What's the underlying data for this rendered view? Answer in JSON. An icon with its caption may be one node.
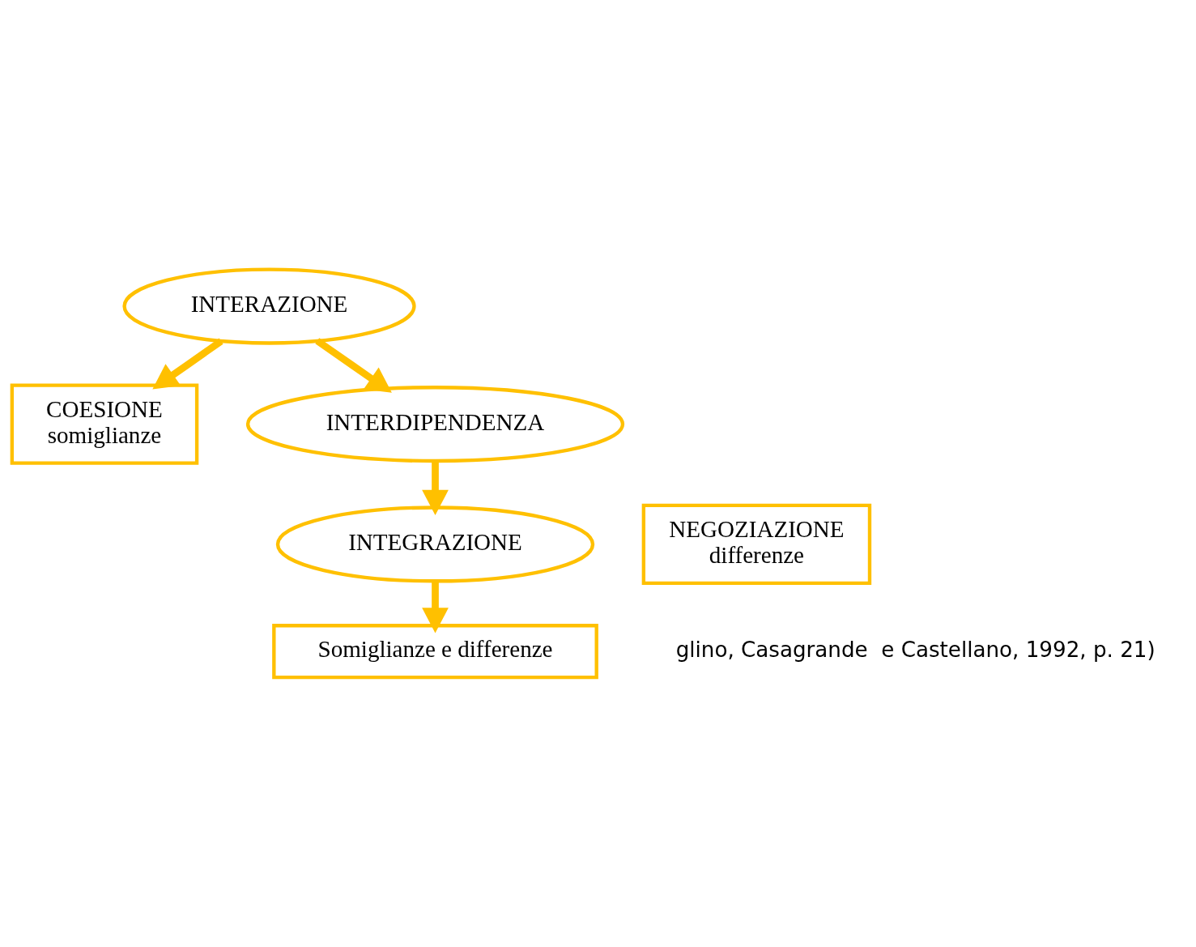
{
  "diagram": {
    "nodes": [
      {
        "text": [
          "INTERAZIONE"
        ]
      },
      {
        "text": [
          "COESIONE",
          "somiglianze"
        ]
      },
      {
        "text": [
          "INTERDIPENDENZA"
        ]
      },
      {
        "text": [
          "NEGOZIAZIONE",
          "differenze"
        ]
      },
      {
        "text": [
          "INTEGRAZIONE"
        ]
      },
      {
        "text": [
          "Somiglianze e differenze"
        ]
      }
    ],
    "edges": [
      {
        "from": 0,
        "to": 1,
        "arrow": "to"
      },
      {
        "from": 0,
        "to": 2,
        "arrow": "to"
      },
      {
        "from": 2,
        "to": 4,
        "arrow": "to"
      },
      {
        "from": 4,
        "to": 5,
        "arrow": "to"
      }
    ],
    "labels": [
      "glino, Casagrande  e Castellano, 1992, p. 21)"
    ]
  }
}
